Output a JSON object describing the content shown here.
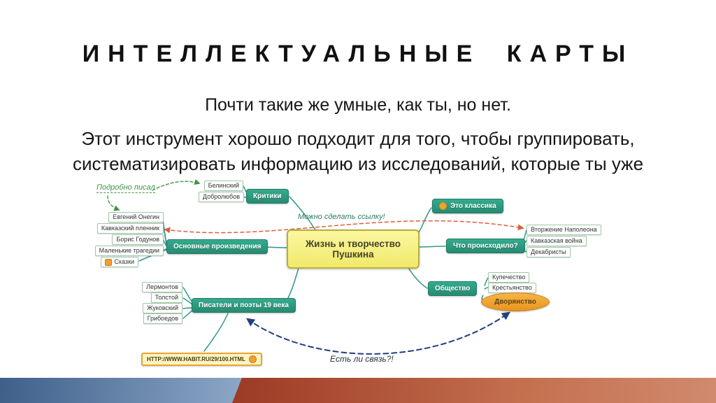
{
  "slide": {
    "title": "ИНТЕЛЛЕКТУАЛЬНЫЕ КАРТЫ",
    "subtitle": "Почти такие же умные, как ты, но нет.",
    "body_line1": "Этот инструмент хорошо подходит для того, чтобы группировать,",
    "body_line2": "систематизировать информацию из исследований, которые ты уже"
  },
  "mindmap": {
    "center": {
      "line1": "Жизнь и творчество",
      "line2": "Пушкина"
    },
    "branches": {
      "critics": {
        "label": "Критики",
        "items": [
          "Белинский",
          "Добролюбов"
        ]
      },
      "works": {
        "label": "Основные произведения",
        "items": [
          "Евгений Онегин",
          "Кавказский пленник",
          "Борис Годунов",
          "Маленькие трагедии",
          "Сказки"
        ]
      },
      "writers": {
        "label": "Писатели и поэты 19 века",
        "items": [
          "Лермонтов",
          "Толстой",
          "Жуковский",
          "Грибоедов"
        ]
      },
      "classics": {
        "label": "Это классика"
      },
      "events": {
        "label": "Что происходило?",
        "items": [
          "Вторжение Наполеона",
          "Кавказская война",
          "Декабристы"
        ]
      },
      "society": {
        "label": "Общество",
        "items": [
          "Купечество",
          "Крестьянство"
        ],
        "highlight": "Дворянство"
      }
    },
    "link_url": "HTTP://WWW.HABIT.RU/29/100.HTML",
    "annotations": {
      "detail_note": "Подробно писал",
      "link_note": "Можно сделать ссылку!",
      "relation_note": "Есть ли связь?!"
    }
  },
  "colors": {
    "branch_green": "#2f9e82",
    "center_yellow": "#f8f286",
    "center_border": "#b9ae3c",
    "accent_orange": "#f0a030",
    "connector_teal": "#2f968a",
    "annotation_green": "#3f9242",
    "annotation_red": "#dd5f3d",
    "annotation_blue": "#1f3f7f",
    "footer_blue": "#3f5f8a",
    "footer_red": "#9c3a25"
  }
}
